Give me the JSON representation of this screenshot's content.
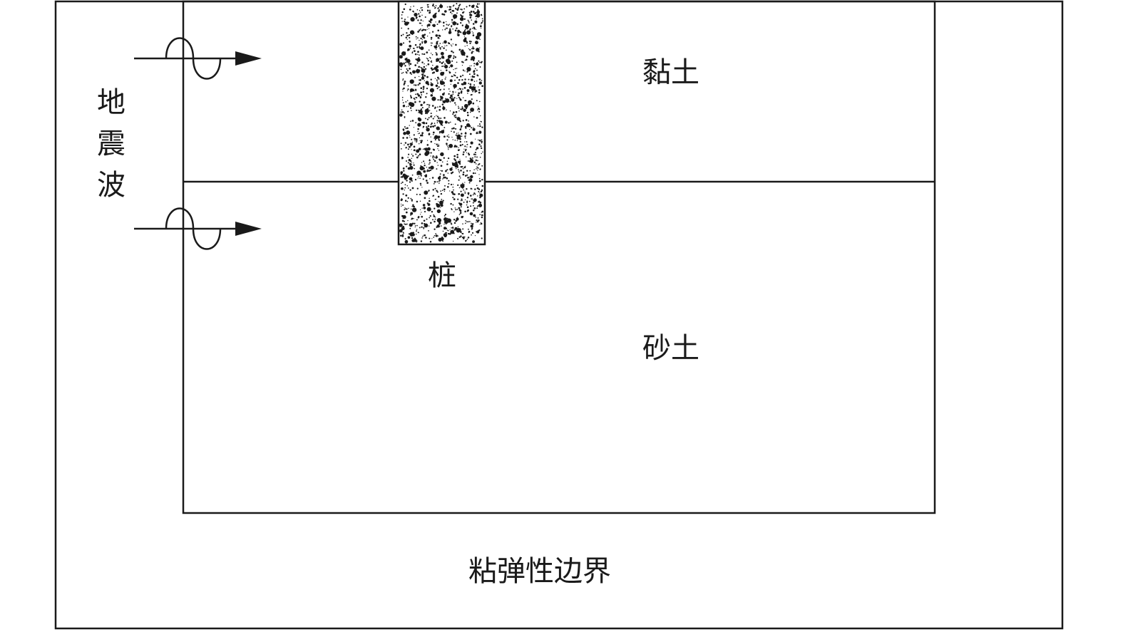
{
  "labels": {
    "clay": "黏土",
    "sand": "砂土",
    "pile": "桩",
    "seismic_wave": [
      "地",
      "震",
      "波"
    ],
    "boundary": "粘弹性边界"
  },
  "colors": {
    "line": "#1a1a1a",
    "background": "#ffffff",
    "pile_fill": "#ffffff",
    "pile_speckle": "#1a1a1a"
  }
}
